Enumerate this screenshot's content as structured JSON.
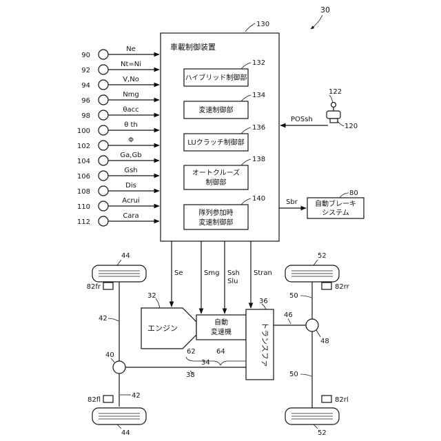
{
  "figure_ref": "30",
  "controller": {
    "ref": "130",
    "title": "車載制御装置",
    "modules": [
      {
        "ref": "132",
        "lines": [
          "ハイブリッド制御部"
        ]
      },
      {
        "ref": "134",
        "lines": [
          "変速制御部"
        ]
      },
      {
        "ref": "136",
        "lines": [
          "LUクラッチ制御部"
        ]
      },
      {
        "ref": "138",
        "lines": [
          "オートクルーズ",
          "制御部"
        ]
      },
      {
        "ref": "140",
        "lines": [
          "隊列参加時",
          "変速制御部"
        ]
      }
    ]
  },
  "inputs": [
    {
      "ref": "90",
      "signal": "Ne"
    },
    {
      "ref": "92",
      "signal": "Nt=Ni"
    },
    {
      "ref": "94",
      "signal": "V,No"
    },
    {
      "ref": "96",
      "signal": "Nmg"
    },
    {
      "ref": "98",
      "signal": "θacc"
    },
    {
      "ref": "100",
      "signal": "θ th"
    },
    {
      "ref": "102",
      "signal": "Φ"
    },
    {
      "ref": "104",
      "signal": "Ga,Gb"
    },
    {
      "ref": "106",
      "signal": "Gsh"
    },
    {
      "ref": "108",
      "signal": "Dis"
    },
    {
      "ref": "110",
      "signal": "Acrui"
    },
    {
      "ref": "112",
      "signal": "Cara"
    }
  ],
  "shift_lever": {
    "ref_knob": "122",
    "ref_lever": "120",
    "signal": "POSsh"
  },
  "brake": {
    "ref": "80",
    "lines": [
      "自動ブレーキ",
      "システム"
    ],
    "signal": "Sbr"
  },
  "outputs": {
    "se": "Se",
    "smg": "Smg",
    "ssh": "Ssh",
    "slu": "Slu",
    "stran": "Stran"
  },
  "powertrain": {
    "engine": {
      "ref": "32",
      "label": "エンジン"
    },
    "transmission": {
      "lines": [
        "自動",
        "変速機"
      ],
      "ref_group": "34",
      "ref_a": "62",
      "ref_b": "64"
    },
    "transfer": {
      "ref": "36",
      "label": "トランスファ"
    },
    "front_propeller_ref": "38",
    "front_diff_ref": "40",
    "front_axle_ref": "42",
    "front_wheel_ref": "44",
    "rear_propeller_ref": "46",
    "rear_diff_ref": "48",
    "rear_axle_ref": "50",
    "rear_wheel_ref": "52",
    "sensors": {
      "fr": "82fr",
      "rr": "82rr",
      "fl": "82fl",
      "rl": "82rl"
    }
  }
}
